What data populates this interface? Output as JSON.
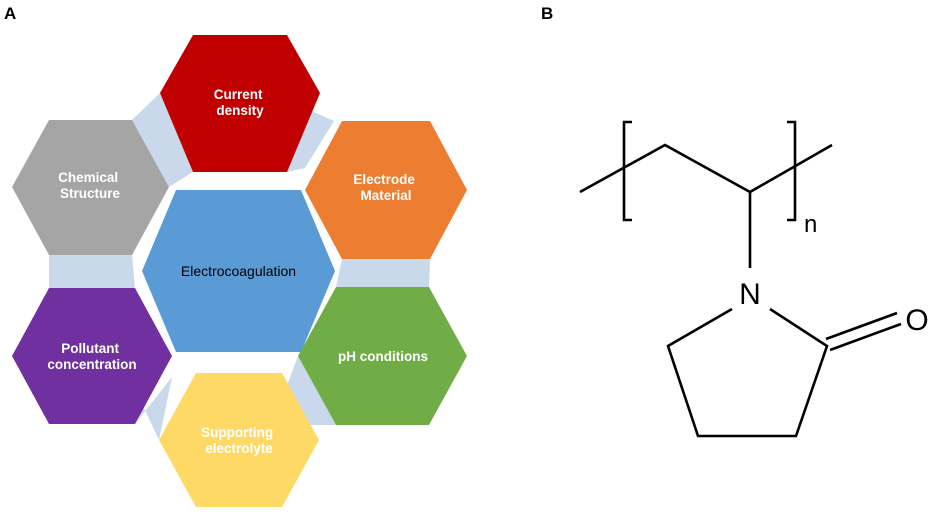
{
  "panels": {
    "a_label": "A",
    "b_label": "B"
  },
  "diagram": {
    "center": {
      "label": "Electrocoagulation",
      "color": "#5b9bd5"
    },
    "factors": [
      {
        "id": "current-density",
        "lines": [
          "Current",
          "density"
        ],
        "color": "#c00000"
      },
      {
        "id": "electrode-material",
        "lines": [
          "Electrode",
          "Material"
        ],
        "color": "#ed7d31"
      },
      {
        "id": "ph-conditions",
        "lines": [
          "pH conditions"
        ],
        "color": "#70ad47"
      },
      {
        "id": "supporting-electrolyte",
        "lines": [
          "Supporting",
          "electrolyte"
        ],
        "color": "#ffd966"
      },
      {
        "id": "pollutant-concentration",
        "lines": [
          "Pollutant",
          "concentration"
        ],
        "color": "#7030a0"
      },
      {
        "id": "chemical-structure",
        "lines": [
          "Chemical",
          "Structure"
        ],
        "color": "#a5a5a5"
      }
    ],
    "connector_color": "#c9d8ea"
  },
  "structure": {
    "nitrogen": "N",
    "oxygen": "O",
    "repeat_subscript": "n"
  }
}
